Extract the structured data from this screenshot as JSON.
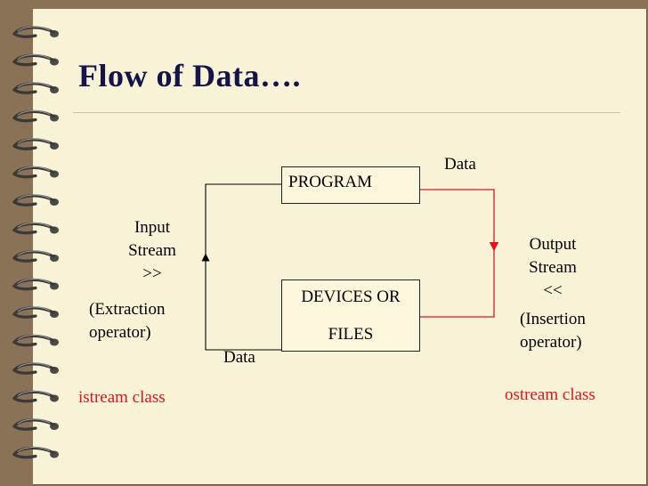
{
  "slide": {
    "title": "Flow of Data….",
    "program_box": "PROGRAM",
    "devices_box_line1": "DEVICES OR",
    "devices_box_line2": "FILES",
    "data_label_top": "Data",
    "data_label_bottom": "Data",
    "input_stream": [
      "Input",
      "Stream",
      ">>"
    ],
    "extraction": [
      "(Extraction",
      "operator)"
    ],
    "output_stream": [
      "Output",
      "Stream",
      "<<"
    ],
    "insertion": [
      "(Insertion",
      "operator)"
    ],
    "istream_class": "istream class",
    "ostream_class": "ostream class"
  },
  "colors": {
    "background": "#8a7257",
    "paper": "#f8f3d6",
    "title": "#14144a",
    "accent_red": "#e0141e",
    "ring": "#3a3a3a"
  }
}
